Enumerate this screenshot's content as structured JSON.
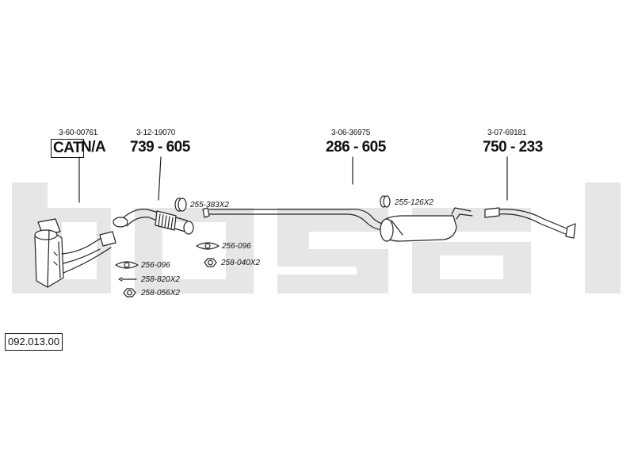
{
  "watermark": {
    "text": "bosal",
    "color": "#e6e6e6"
  },
  "diagram_code": "092.013.00",
  "parts": [
    {
      "id": "catalyst",
      "ref": "3-60-00761",
      "cat_label": "CAT",
      "number": "N/A"
    },
    {
      "id": "front-pipe",
      "ref": "3-12-19070",
      "number": "739 - 605"
    },
    {
      "id": "middle-silencer",
      "ref": "3-06-36975",
      "number": "286 - 605"
    },
    {
      "id": "tail-pipe",
      "ref": "3-07-69181",
      "number": "750 - 233"
    }
  ],
  "fittings": [
    "255-383X2",
    "256-096",
    "258-040X2",
    "256-096",
    "258-820X2",
    "258-056X2",
    "255-126X2"
  ]
}
